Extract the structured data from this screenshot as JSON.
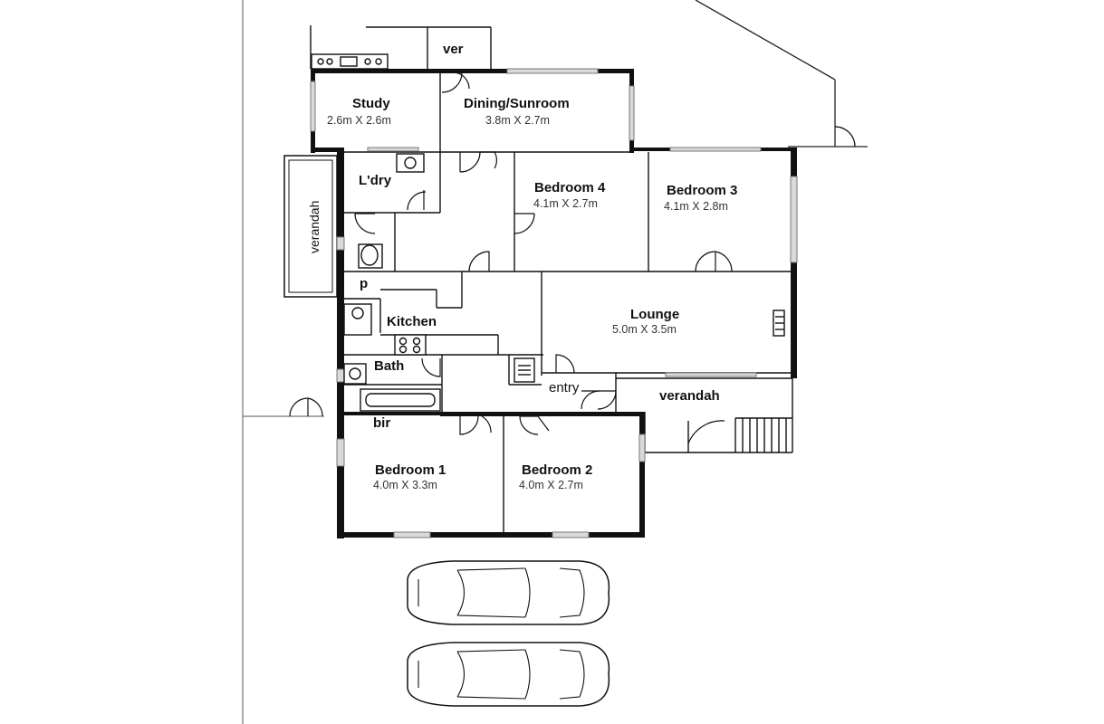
{
  "rooms": {
    "study": {
      "name": "Study",
      "size": "2.6m X 2.6m"
    },
    "dining": {
      "name": "Dining/Sunroom",
      "size": "3.8m X 2.7m"
    },
    "ver": {
      "name": "ver"
    },
    "laundry": {
      "name": "L'dry"
    },
    "verandah_west": {
      "name": "verandah"
    },
    "bedroom4": {
      "name": "Bedroom 4",
      "size": "4.1m X 2.7m"
    },
    "bedroom3": {
      "name": "Bedroom 3",
      "size": "4.1m X 2.8m"
    },
    "pantry": {
      "name": "p"
    },
    "kitchen": {
      "name": "Kitchen"
    },
    "lounge": {
      "name": "Lounge",
      "size": "5.0m X 3.5m"
    },
    "bath": {
      "name": "Bath"
    },
    "entry": {
      "name": "entry"
    },
    "verandah_front": {
      "name": "verandah"
    },
    "bir": {
      "name": "bir"
    },
    "bedroom1": {
      "name": "Bedroom 1",
      "size": "4.0m X 3.3m"
    },
    "bedroom2": {
      "name": "Bedroom 2",
      "size": "4.0m X 2.7m"
    }
  }
}
